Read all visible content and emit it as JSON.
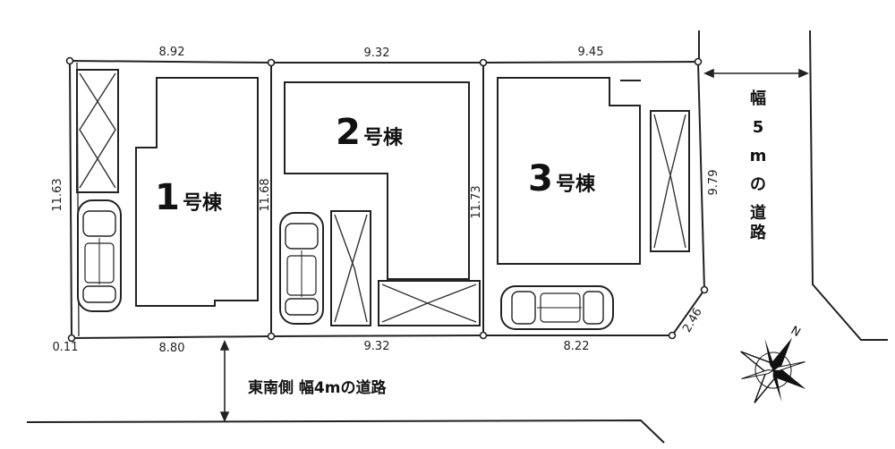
{
  "lots": [
    {
      "name_num": "1",
      "name_suffix": "号棟"
    },
    {
      "name_num": "2",
      "name_suffix": "号棟"
    },
    {
      "name_num": "3",
      "name_suffix": "号棟"
    }
  ],
  "dimensions": {
    "top": [
      "8.92",
      "9.32",
      "9.45"
    ],
    "bottom": [
      "0.11",
      "8.80",
      "9.32",
      "8.22"
    ],
    "left_side": "11.63",
    "lot1_lot2": "11.68",
    "lot2_lot3": "11.73",
    "right_side": "9.79",
    "corner_cut": "2.46"
  },
  "roads": {
    "south": "東南側 幅4mの道路",
    "east_chars": [
      "幅",
      "5",
      "m",
      "の",
      "道",
      "路"
    ]
  },
  "compass_label": "N"
}
